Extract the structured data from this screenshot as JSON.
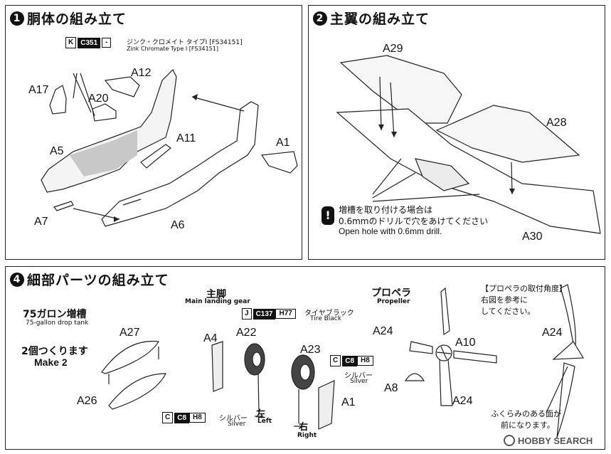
{
  "panel1": {
    "num": "1",
    "title": "胴体の組み立て"
  },
  "panel2": {
    "num": "2",
    "title": "主翼の組み立て"
  },
  "panel4": {
    "num": "4",
    "title": "細部パーツの組み立て"
  },
  "paint_zinc": {
    "key": "K",
    "code": "C351",
    "dash": "-",
    "name_jp": "ジンク・クロメイト タイプI [FS34151]",
    "name_en": "Zink Chromate Type I [FS34151]"
  },
  "p1_labels": {
    "a17": "A17",
    "a20": "A20",
    "a12": "A12",
    "a5": "A5",
    "a11": "A11",
    "a1": "A1",
    "a7": "A7",
    "a6": "A6"
  },
  "p2_labels": {
    "a29": "A29",
    "a28": "A28",
    "a30": "A30"
  },
  "drill_note": {
    "jp1": "増槽を取り付ける場合は",
    "jp2": "0.6mmのドリルで穴をあけてください",
    "en": "Open hole with 0.6mm drill."
  },
  "drop_tank": {
    "title_jp": "75ガロン増槽",
    "title_en": "75-gallon drop tank",
    "make_jp": "2個つくります",
    "make_en": "Make 2",
    "a27": "A27",
    "a26": "A26"
  },
  "main_gear": {
    "title_jp": "主脚",
    "title_en": "Main landing gear",
    "a4": "A4",
    "a22": "A22",
    "a23": "A23",
    "a1": "A1",
    "left_jp": "左",
    "left_en": "Left",
    "right_jp": "右",
    "right_en": "Right"
  },
  "paint_tire": {
    "key": "J",
    "code": "C137",
    "h": "H77",
    "name_jp": "タイヤブラック",
    "name_en": "Tire Black"
  },
  "paint_silver_a": {
    "key": "C",
    "code": "C8",
    "h": "H8",
    "name_jp": "シルバー",
    "name_en": "Silver"
  },
  "paint_silver_b": {
    "key": "C",
    "code": "C8",
    "h": "H8",
    "name_jp": "シルバー",
    "name_en": "Silver"
  },
  "propeller": {
    "title_jp": "プロペラ",
    "title_en": "Propeller",
    "a24a": "A24",
    "a10": "A10",
    "a8": "A8",
    "a24b": "A24"
  },
  "prop_angle": {
    "line1": "【プロペラの取付角度】",
    "line2": "右図を参考に",
    "line3": "してください。",
    "a24": "A24",
    "note1": "ふくらみのある面が",
    "note2": "前になります。"
  },
  "watermark": "HOBBY SEARCH"
}
